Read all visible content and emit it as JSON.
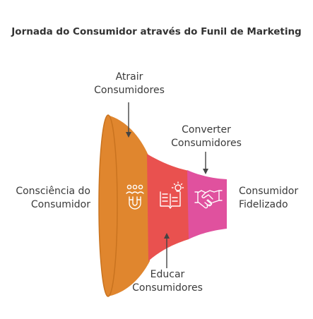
{
  "title": "Jornada do Consumidor através do Funil de Marketing",
  "stages": [
    {
      "line1": "Consciência do",
      "line2": "Consumidor",
      "color": "#E0862E",
      "icon": "magnet-people-icon"
    },
    {
      "line1": "Atrair",
      "line2": "Consumidores",
      "color": "#E9514F",
      "icon": "book-idea-icon"
    },
    {
      "line1": "Educar",
      "line2": "Consumidores",
      "color": "#E0519E",
      "icon": "handshake-icon"
    },
    {
      "line1": "Converter",
      "line2": "Consumidores"
    },
    {
      "line1": "Consumidor",
      "line2": "Fidelizado"
    }
  ],
  "colors": {
    "orange": "#E0862E",
    "orange_dark": "#C9731F",
    "red": "#E9514F",
    "pink": "#E0519E",
    "arrow": "#444444",
    "text": "#3a3a3a"
  }
}
